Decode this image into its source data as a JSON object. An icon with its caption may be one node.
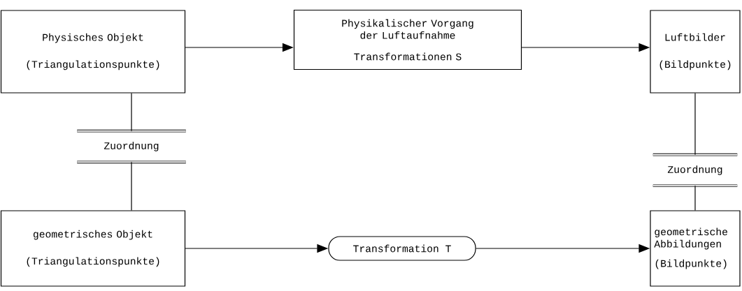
{
  "diagram": {
    "nodes": [
      {
        "text": [
          "Physisches Objekt",
          "(Triangulationspunkte)"
        ]
      },
      {
        "text": [
          "Physikalischer Vorgang der Luftaufnahme",
          "Transformationen S"
        ]
      },
      {
        "text": [
          "Luftbilder",
          "(Bildpunkte)"
        ]
      },
      {
        "text": [
          "Zuordnung"
        ]
      },
      {
        "text": [
          "Zuordnung"
        ]
      },
      {
        "text": [
          "geometrisches Objekt",
          "(Triangulationspunkte)"
        ]
      },
      {
        "text": [
          "Transformation T"
        ]
      },
      {
        "text": [
          "geometrische Abbildungen",
          "(Bildpunkte)"
        ]
      }
    ],
    "edges": [
      {
        "from": 0,
        "to": 1,
        "arrow": "to"
      },
      {
        "from": 1,
        "to": 2,
        "arrow": "to"
      },
      {
        "from": 0,
        "to": 3,
        "arrow": "none"
      },
      {
        "from": 3,
        "to": 5,
        "arrow": "none"
      },
      {
        "from": 2,
        "to": 4,
        "arrow": "none"
      },
      {
        "from": 4,
        "to": 7,
        "arrow": "none"
      },
      {
        "from": 5,
        "to": 6,
        "arrow": "to"
      },
      {
        "from": 6,
        "to": 7,
        "arrow": "to"
      }
    ]
  }
}
